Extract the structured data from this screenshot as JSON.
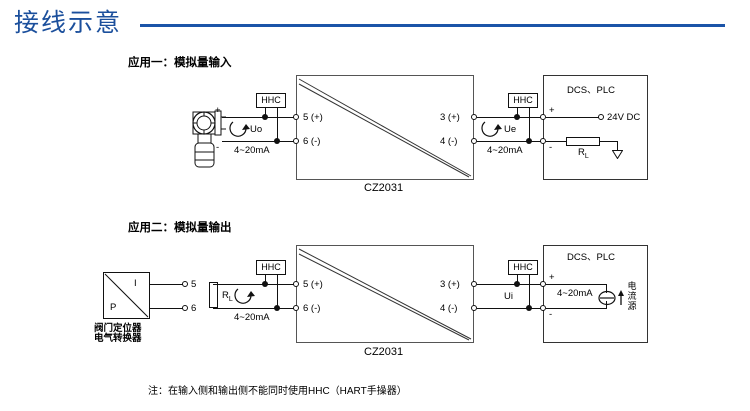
{
  "header": {
    "title": "接线示意",
    "rule_color": "#1b54a8",
    "title_color": "#1b4f9c"
  },
  "applications": [
    {
      "id": "app1",
      "title": "应用一：模拟量输入",
      "source_device": {
        "name": "transmitter-icon",
        "plus": "+",
        "minus": "-"
      },
      "input_loop": {
        "hhc_label": "HHC",
        "voltage_label": "Uo",
        "current_label": "4~20mA"
      },
      "module": {
        "name": "CZ2031",
        "left_terminals": [
          "5 (+)",
          "6 (-)"
        ],
        "right_terminals": [
          "3 (+)",
          "4 (-)"
        ]
      },
      "output_loop": {
        "hhc_label": "HHC",
        "voltage_label": "Ue",
        "current_label": "4~20mA",
        "plus": "+",
        "minus": "-"
      },
      "host": {
        "title": "DCS、PLC",
        "supply_label": "24V DC",
        "resistor_label": "R",
        "resistor_sub": "L",
        "ground": "ground-symbol"
      }
    },
    {
      "id": "app2",
      "title": "应用二：模拟量输出",
      "source_device": {
        "top_label": "I",
        "bottom_label": "P",
        "caption_line1": "阀门定位器",
        "caption_line2": "电气转换器",
        "terminals": [
          "5",
          "6"
        ]
      },
      "input_loop": {
        "hhc_label": "HHC",
        "resistor_label": "R",
        "resistor_sub": "L",
        "current_label": "4~20mA"
      },
      "module": {
        "name": "CZ2031",
        "left_terminals": [
          "5 (+)",
          "6 (-)"
        ],
        "right_terminals": [
          "3 (+)",
          "4 (-)"
        ]
      },
      "output_loop": {
        "hhc_label": "HHC",
        "voltage_label": "Ui",
        "plus": "+",
        "minus": "-"
      },
      "host": {
        "title": "DCS、PLC",
        "current_label": "4~20mA",
        "source_symbol": "current-source-icon",
        "source_label_1": "电",
        "source_label_2": "流",
        "source_label_3": "源"
      }
    }
  ],
  "footnote": "注：在输入侧和输出侧不能同时使用HHC（HART手操器）"
}
